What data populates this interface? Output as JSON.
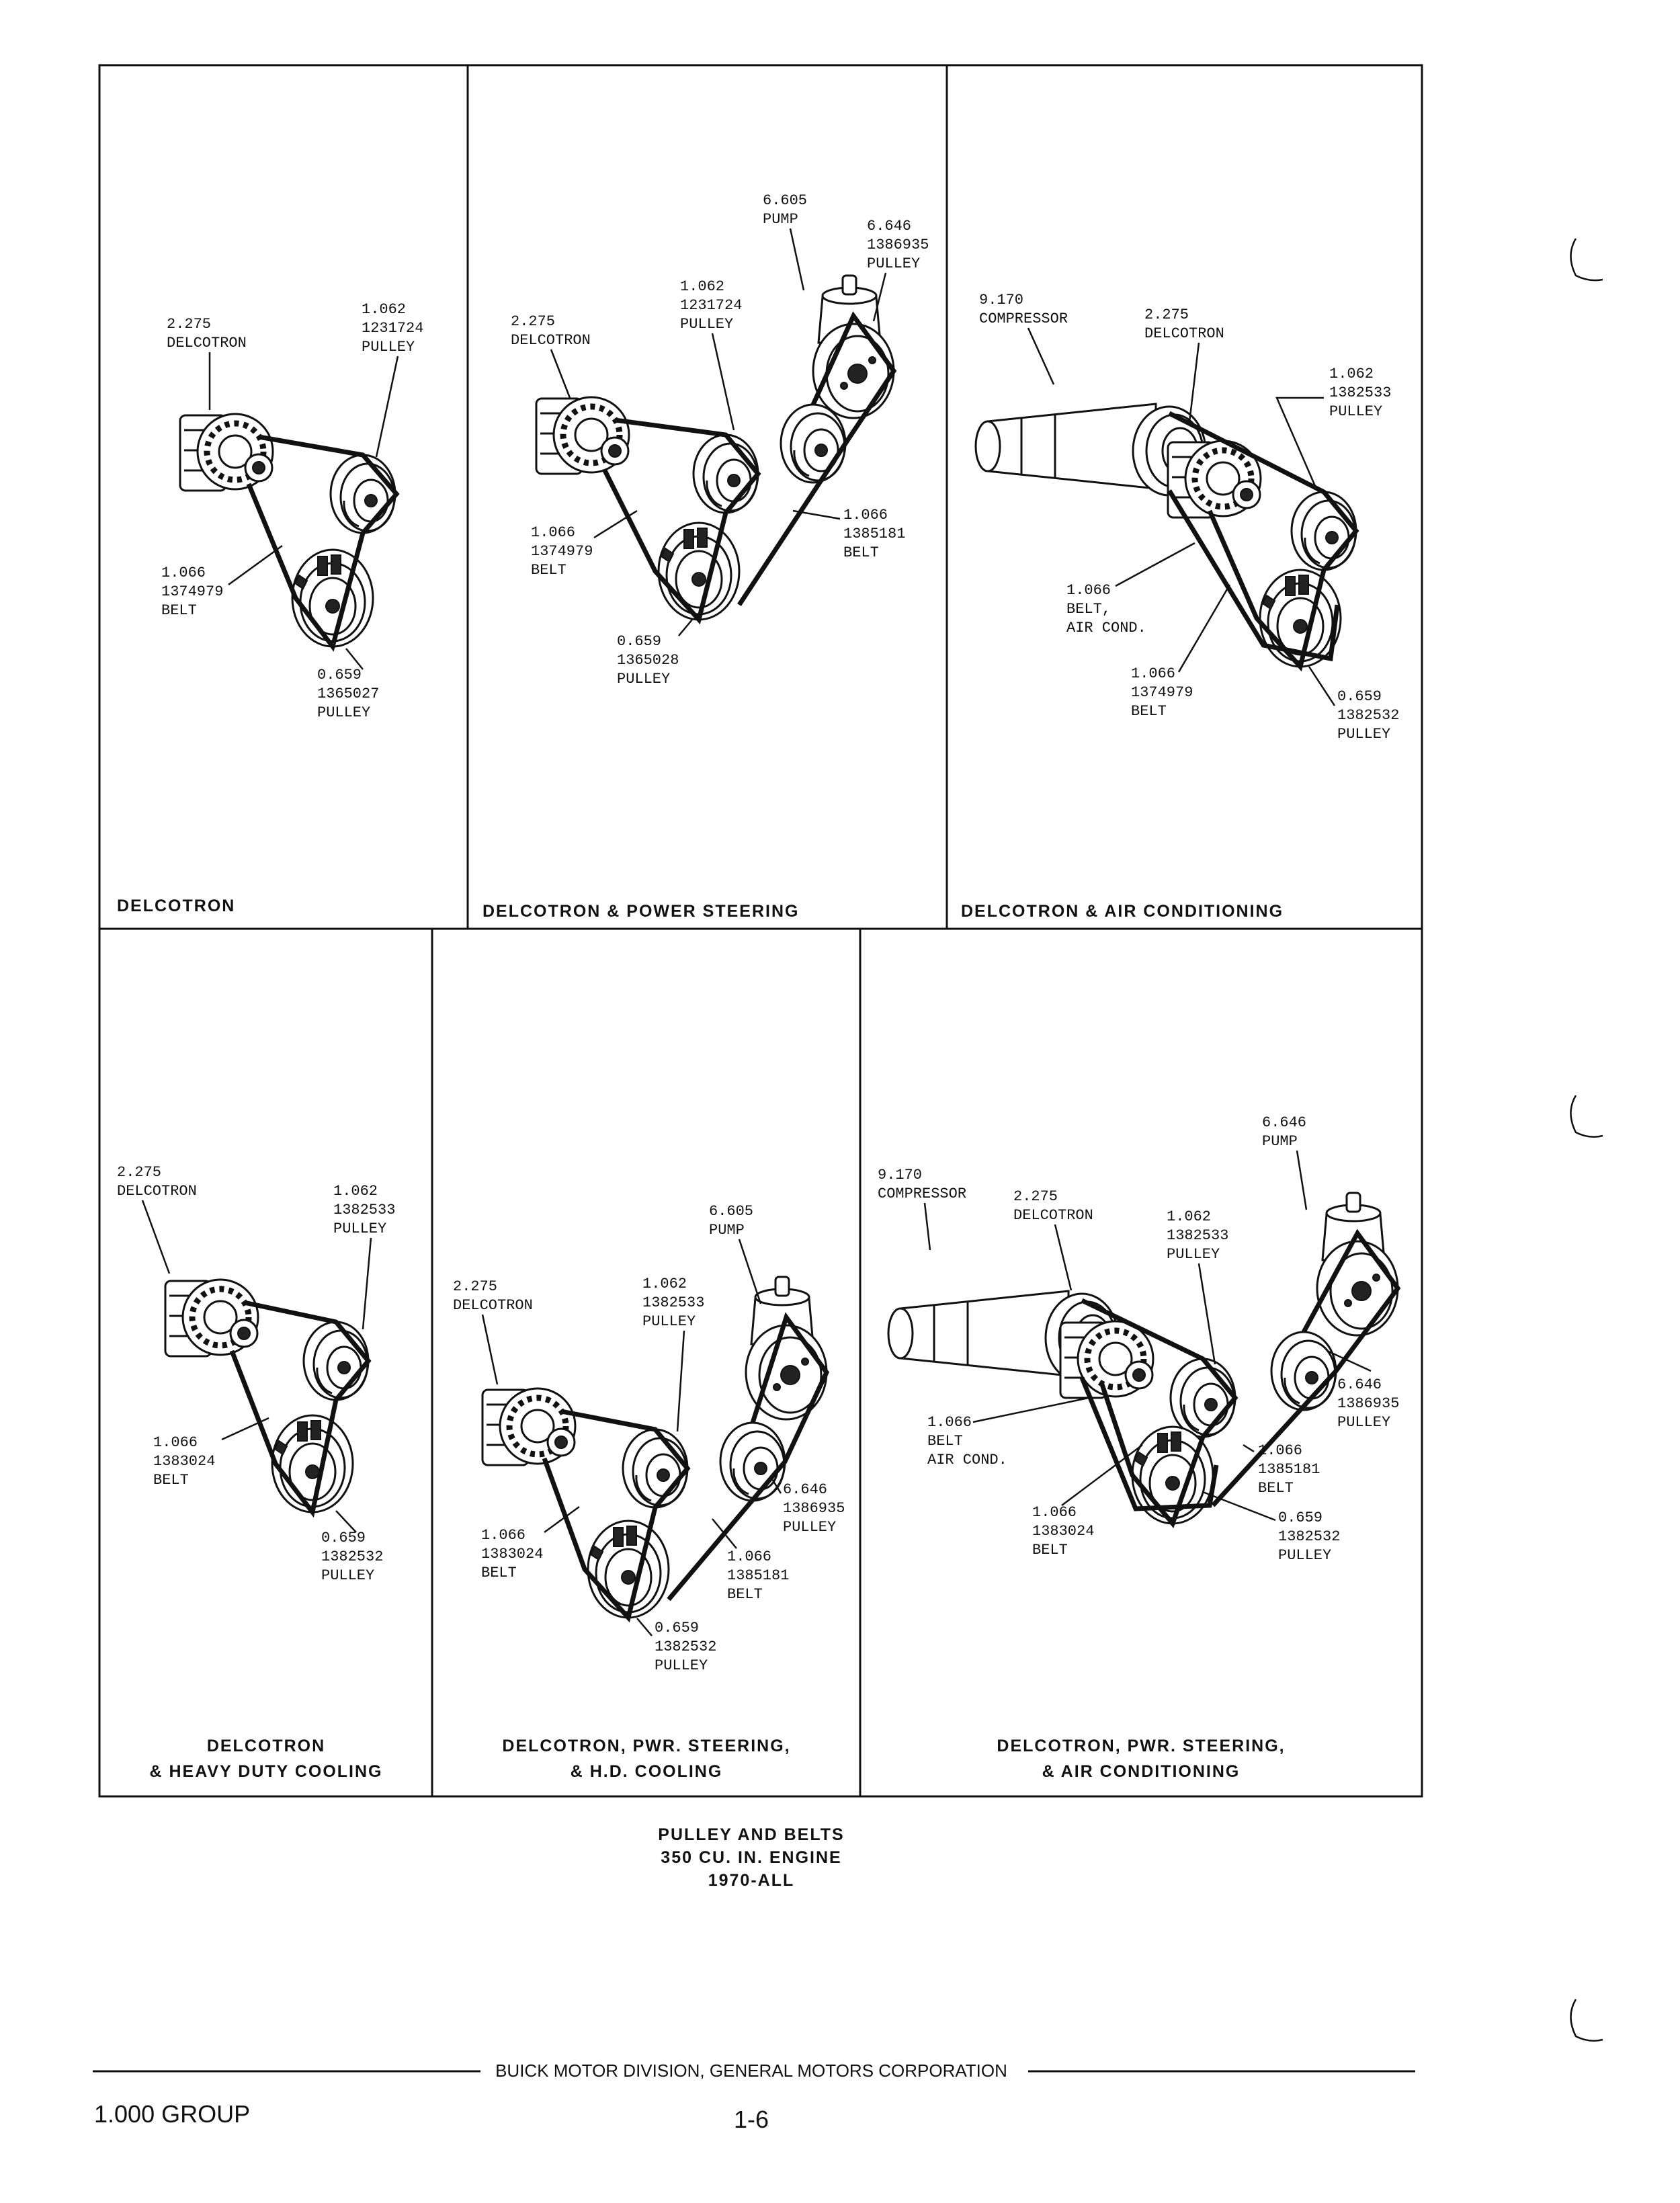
{
  "panels": [
    {
      "caption_lines": [
        "DELCOTRON"
      ],
      "labels": [
        {
          "lines": [
            "2.275",
            "DELCOTRON"
          ]
        },
        {
          "lines": [
            "1.062",
            "1231724",
            "PULLEY"
          ]
        },
        {
          "lines": [
            "1.066",
            "1374979",
            "BELT"
          ]
        },
        {
          "lines": [
            "0.659",
            "1365027",
            "PULLEY"
          ]
        }
      ]
    },
    {
      "caption_lines": [
        "DELCOTRON & POWER STEERING"
      ],
      "labels": [
        {
          "lines": [
            "6.605",
            "PUMP"
          ]
        },
        {
          "lines": [
            "6.646",
            "1386935",
            "PULLEY"
          ]
        },
        {
          "lines": [
            "1.062",
            "1231724",
            "PULLEY"
          ]
        },
        {
          "lines": [
            "2.275",
            "DELCOTRON"
          ]
        },
        {
          "lines": [
            "1.066",
            "1374979",
            "BELT"
          ]
        },
        {
          "lines": [
            "1.066",
            "1385181",
            "BELT"
          ]
        },
        {
          "lines": [
            "0.659",
            "1365028",
            "PULLEY"
          ]
        }
      ]
    },
    {
      "caption_lines": [
        "DELCOTRON & AIR CONDITIONING"
      ],
      "labels": [
        {
          "lines": [
            "9.170",
            "COMPRESSOR"
          ]
        },
        {
          "lines": [
            "2.275",
            "DELCOTRON"
          ]
        },
        {
          "lines": [
            "1.062",
            "1382533",
            "PULLEY"
          ]
        },
        {
          "lines": [
            "1.066",
            "BELT,",
            "AIR COND."
          ]
        },
        {
          "lines": [
            "1.066",
            "1374979",
            "BELT"
          ]
        },
        {
          "lines": [
            "0.659",
            "1382532",
            "PULLEY"
          ]
        }
      ]
    },
    {
      "caption_lines": [
        "DELCOTRON",
        "& HEAVY DUTY COOLING"
      ],
      "labels": [
        {
          "lines": [
            "2.275",
            "DELCOTRON"
          ]
        },
        {
          "lines": [
            "1.062",
            "1382533",
            "PULLEY"
          ]
        },
        {
          "lines": [
            "1.066",
            "1383024",
            "BELT"
          ]
        },
        {
          "lines": [
            "0.659",
            "1382532",
            "PULLEY"
          ]
        }
      ]
    },
    {
      "caption_lines": [
        "DELCOTRON, PWR. STEERING,",
        "& H.D. COOLING"
      ],
      "labels": [
        {
          "lines": [
            "6.605",
            "PUMP"
          ]
        },
        {
          "lines": [
            "2.275",
            "DELCOTRON"
          ]
        },
        {
          "lines": [
            "1.062",
            "1382533",
            "PULLEY"
          ]
        },
        {
          "lines": [
            "6.646",
            "1386935",
            "PULLEY"
          ]
        },
        {
          "lines": [
            "1.066",
            "1383024",
            "BELT"
          ]
        },
        {
          "lines": [
            "1.066",
            "1385181",
            "BELT"
          ]
        },
        {
          "lines": [
            "0.659",
            "1382532",
            "PULLEY"
          ]
        }
      ]
    },
    {
      "caption_lines": [
        "DELCOTRON, PWR. STEERING,",
        "& AIR CONDITIONING"
      ],
      "labels": [
        {
          "lines": [
            "6.646",
            "PUMP"
          ]
        },
        {
          "lines": [
            "9.170",
            "COMPRESSOR"
          ]
        },
        {
          "lines": [
            "2.275",
            "DELCOTRON"
          ]
        },
        {
          "lines": [
            "1.062",
            "1382533",
            "PULLEY"
          ]
        },
        {
          "lines": [
            "6.646",
            "1386935",
            "PULLEY"
          ]
        },
        {
          "lines": [
            "1.066",
            "BELT",
            "AIR COND."
          ]
        },
        {
          "lines": [
            "1.066",
            "1385181",
            "BELT"
          ]
        },
        {
          "lines": [
            "1.066",
            "1383024",
            "BELT"
          ]
        },
        {
          "lines": [
            "0.659",
            "1382532",
            "PULLEY"
          ]
        }
      ]
    }
  ],
  "figure_title_lines": [
    "PULLEY AND BELTS",
    "350 CU. IN. ENGINE",
    "1970-ALL"
  ],
  "footer": {
    "publisher": "BUICK MOTOR DIVISION, GENERAL MOTORS CORPORATION",
    "group": "1.000 GROUP",
    "page": "1-6"
  }
}
